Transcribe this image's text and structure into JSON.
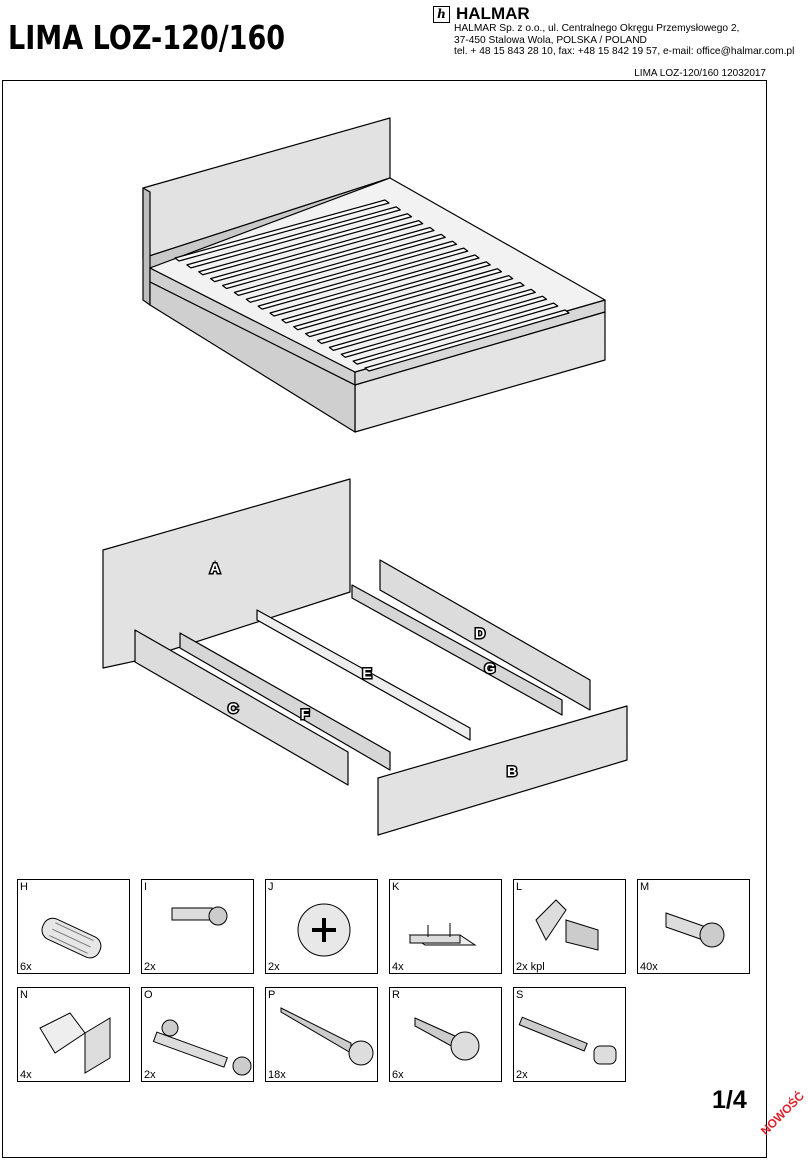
{
  "header": {
    "title": "LIMA  LOZ-120/160",
    "brand": "HALMAR",
    "brand_logo": "h",
    "address_line1": "HALMAR Sp. z o.o., ul. Centralnego Okręgu Przemysłowego 2,",
    "address_line2": "37-450 Stalowa Wola, POLSKA  / POLAND",
    "address_line3": "tel. + 48 15 843 28 10, fax: +48 15 842 19 57, e-mail: office@halmar.com.pl",
    "doc_ref": "LIMA LOZ-120/160  12032017"
  },
  "panel_labels": {
    "A": "A",
    "B": "B",
    "C": "C",
    "D": "D",
    "E": "E",
    "F": "F",
    "G": "G"
  },
  "parts": [
    {
      "code": "H",
      "qty": "6x",
      "icon": "dowel-icon"
    },
    {
      "code": "I",
      "qty": "2x",
      "icon": "bolt-connector-icon"
    },
    {
      "code": "J",
      "qty": "2x",
      "icon": "cam-lock-icon"
    },
    {
      "code": "K",
      "qty": "4x",
      "icon": "pad-icon"
    },
    {
      "code": "L",
      "qty": "2x kpl",
      "icon": "bracket-set-icon"
    },
    {
      "code": "M",
      "qty": "40x",
      "icon": "plug-screw-icon"
    },
    {
      "code": "N",
      "qty": "4x",
      "icon": "angle-bracket-icon"
    },
    {
      "code": "O",
      "qty": "2x",
      "icon": "connector-bolt-icon"
    },
    {
      "code": "P",
      "qty": "18x",
      "icon": "wood-screw-icon"
    },
    {
      "code": "R",
      "qty": "6x",
      "icon": "short-screw-icon"
    },
    {
      "code": "S",
      "qty": "2x",
      "icon": "barrel-bolt-icon"
    }
  ],
  "page_number": "1/4",
  "stamp": "NOWOŚĆ",
  "colors": {
    "panel_fill": "#e2e2e2",
    "panel_dark": "#b8b8b8",
    "line": "#000000",
    "stamp": "#e0202a"
  }
}
